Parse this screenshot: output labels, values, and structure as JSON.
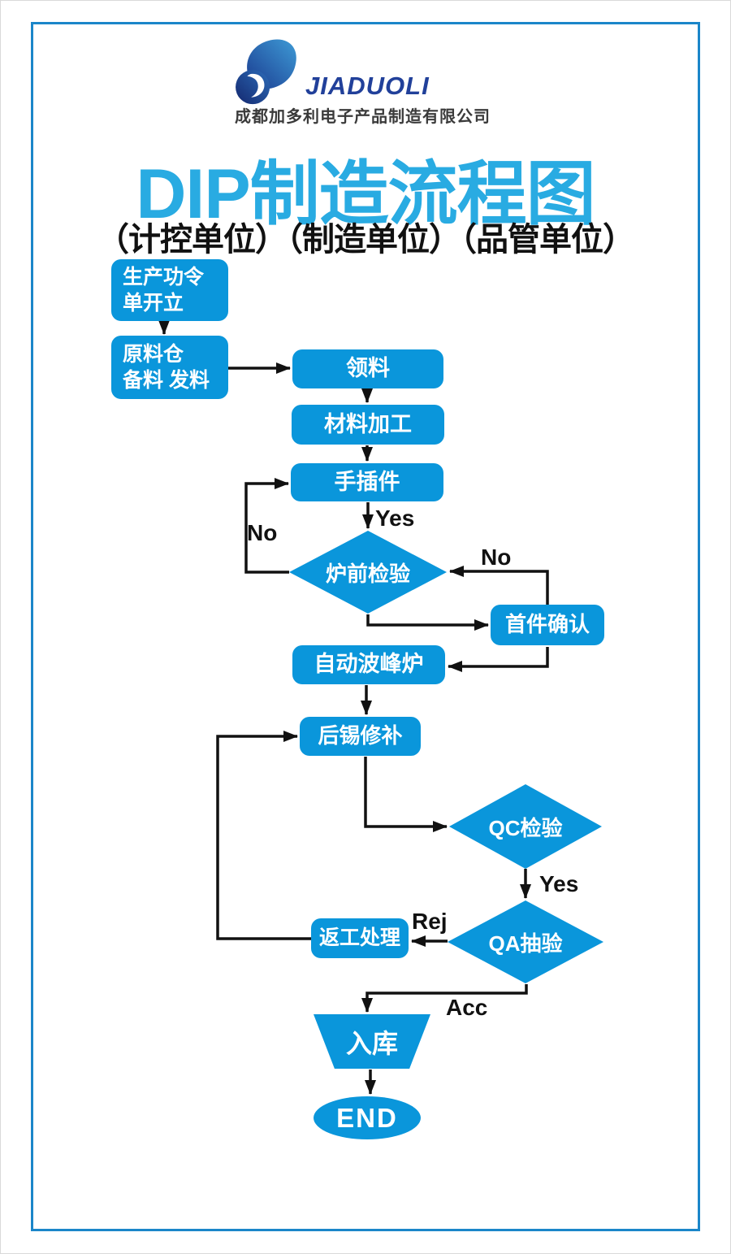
{
  "logo": {
    "brand": "JIADUOLI",
    "company": "成都加多利电子产品制造有限公司"
  },
  "header": {
    "title": "DIP制造流程图",
    "subtitle": "（计控单位）（制造单位）（品管单位）"
  },
  "colors": {
    "node_blue": "#0a96db",
    "title_blue": "#29abe2",
    "brand_navy": "#21409a",
    "frame_blue": "#1b86c9",
    "arrow_black": "#111111"
  },
  "flow": {
    "production_order": "生产功令\n单开立",
    "material_prep": "原料仓\n备料 发料",
    "pick": "领料",
    "process": "材料加工",
    "hand_insert": "手插件",
    "furnace_check": "炉前检验",
    "first_confirm": "首件确认",
    "wave_solder": "自动波峰炉",
    "solder_repair": "后锡修补",
    "qc_check": "QC检验",
    "qa_sample": "QA抽验",
    "rework": "返工处理",
    "storage": "入库",
    "end": "END"
  },
  "labels": {
    "yes_furnace": "Yes",
    "no_left": "No",
    "no_right": "No",
    "yes_qa": "Yes",
    "rej": "Rej",
    "acc": "Acc"
  }
}
